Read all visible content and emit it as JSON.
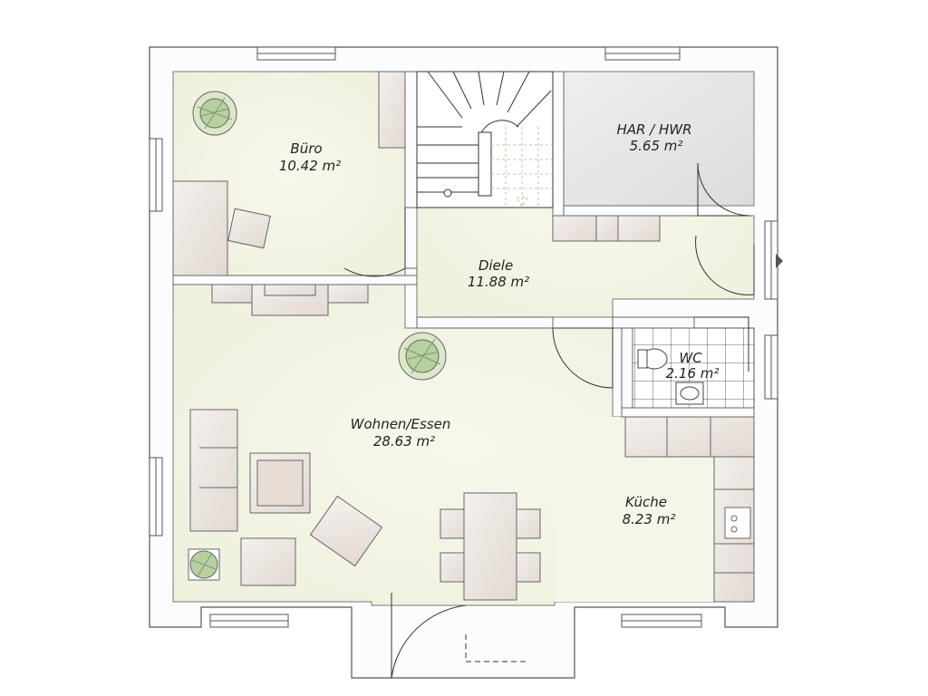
{
  "rooms": [
    {
      "id": "buero",
      "name": "Büro",
      "area": "10.42 m²"
    },
    {
      "id": "har",
      "name": "HAR / HWR",
      "area": "5.65 m²"
    },
    {
      "id": "diele",
      "name": "Diele",
      "area": "11.88 m²"
    },
    {
      "id": "wc",
      "name": "WC",
      "area": "2.16 m²"
    },
    {
      "id": "wohnen",
      "name": "Wohnen/Essen",
      "area": "28.63 m²"
    },
    {
      "id": "kueche",
      "name": "Küche",
      "area": "8.23 m²"
    }
  ],
  "colors": {
    "wall": "#fafcfd",
    "wall_stroke": "#5a5a5a",
    "floor": "#f3f5e6",
    "furniture": "#ece6e1",
    "tile": "#ffffff"
  }
}
